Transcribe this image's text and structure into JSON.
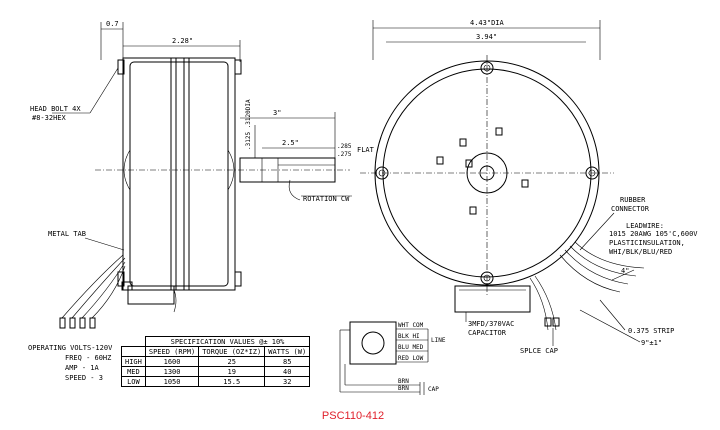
{
  "dimensions": {
    "bolt_offset": "0.7",
    "body_length": "2.28\"",
    "shaft_length": "3\"",
    "shaft_to_flat": "2.5\"",
    "shaft_dia": ".3125\n.3120DIA",
    "flat": ".285\n.275",
    "flat_label": "FLAT",
    "outer_dia": "4.43\"DIA",
    "bolt_circle": "3.94\"",
    "strip_length_1": "4\"",
    "strip_length_2": "0.375 STRIP",
    "lead_length": "9\"±1\""
  },
  "labels": {
    "head_bolt": "HEAD BOLT 4X",
    "head_bolt_hex": "#8-32HEX",
    "metal_tab": "METAL TAB",
    "rotation": "ROTATION CW",
    "rubber_connector": [
      "RUBBER",
      "CONNECTOR"
    ],
    "leadwire": [
      "LEADWIRE:",
      "1015 20AWG 105'C,600V",
      "PLASTICINSULATION,",
      "WHI/BLK/BLU/RED"
    ],
    "capacitor": [
      "3MFD/370VAC",
      "CAPACITOR"
    ],
    "splice_cap": "SPLCE CAP"
  },
  "operating": {
    "volts": "OPERATING VOLTS-120V",
    "freq": "FREQ - 60HZ",
    "amp": "AMP - 1A",
    "speed": "SPEED - 3"
  },
  "spec_table": {
    "title": "SPECIFICATION VALUES @± 10%",
    "headers": [
      "",
      "SPEED (RPM)",
      "TORQUE (OZ*IZ)",
      "WATTS (W)"
    ],
    "rows": [
      [
        "HIGH",
        "1600",
        "25",
        "85"
      ],
      [
        "MED",
        "1300",
        "19",
        "40"
      ],
      [
        "LOW",
        "1050",
        "15.5",
        "32"
      ]
    ]
  },
  "wiring": {
    "wht_com": "WHT COM",
    "blk_hi": "BLK HI",
    "blu_med": "BLU MED",
    "red_low": "RED LOW",
    "line": "LINE",
    "brn": "BRN",
    "brn2": "BRN",
    "cap": "CAP"
  },
  "model_number": "PSC110-412"
}
